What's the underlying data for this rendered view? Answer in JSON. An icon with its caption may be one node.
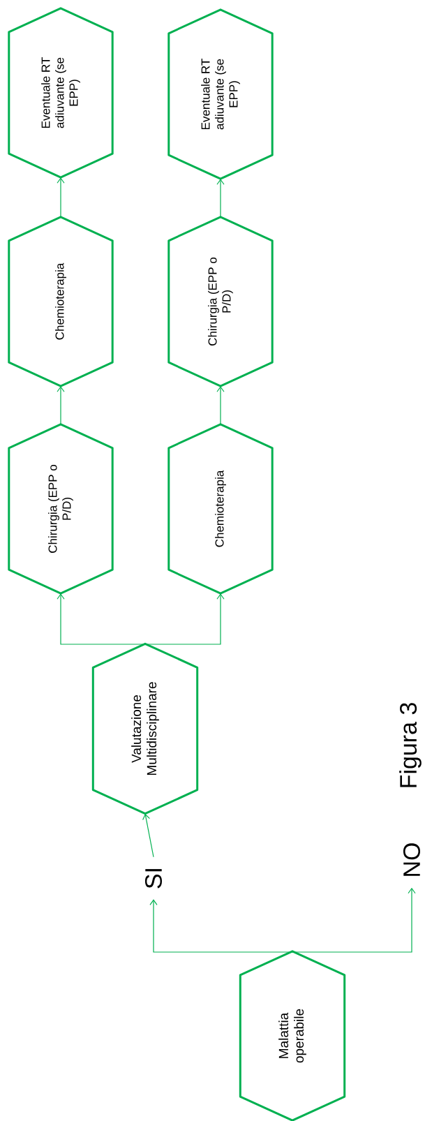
{
  "diagram": {
    "nodes": [
      {
        "text": [
          "Malattia operabile"
        ]
      },
      {
        "text": [
          "SI"
        ]
      },
      {
        "text": [
          "NO"
        ]
      },
      {
        "text": [
          "Valutazione Multidisciplinare"
        ]
      },
      {
        "text": [
          "Chirurgia (EPP o P/D)"
        ]
      },
      {
        "text": [
          "Chemioterapia"
        ]
      },
      {
        "text": [
          "Eventuale RT adiuvante (se EPP)"
        ]
      },
      {
        "text": [
          "Chemioterapia"
        ]
      },
      {
        "text": [
          "Chirurgia (EPP o P/D)"
        ]
      },
      {
        "text": [
          "Eventuale RT adiuvante (se EPP)"
        ]
      }
    ],
    "edges": [
      {
        "from": 0,
        "to": 1,
        "arrow": "to"
      },
      {
        "from": 0,
        "to": 2,
        "arrow": "to"
      },
      {
        "from": 1,
        "to": 3,
        "arrow": "to"
      },
      {
        "from": 3,
        "to": 4,
        "arrow": "to"
      },
      {
        "from": 3,
        "to": 7,
        "arrow": "to"
      },
      {
        "from": 4,
        "to": 5,
        "arrow": "to"
      },
      {
        "from": 5,
        "to": 6,
        "arrow": "to"
      },
      {
        "from": 7,
        "to": 8,
        "arrow": "to"
      },
      {
        "from": 8,
        "to": 9,
        "arrow": "to"
      }
    ],
    "labels": [
      "Figura 3"
    ]
  }
}
